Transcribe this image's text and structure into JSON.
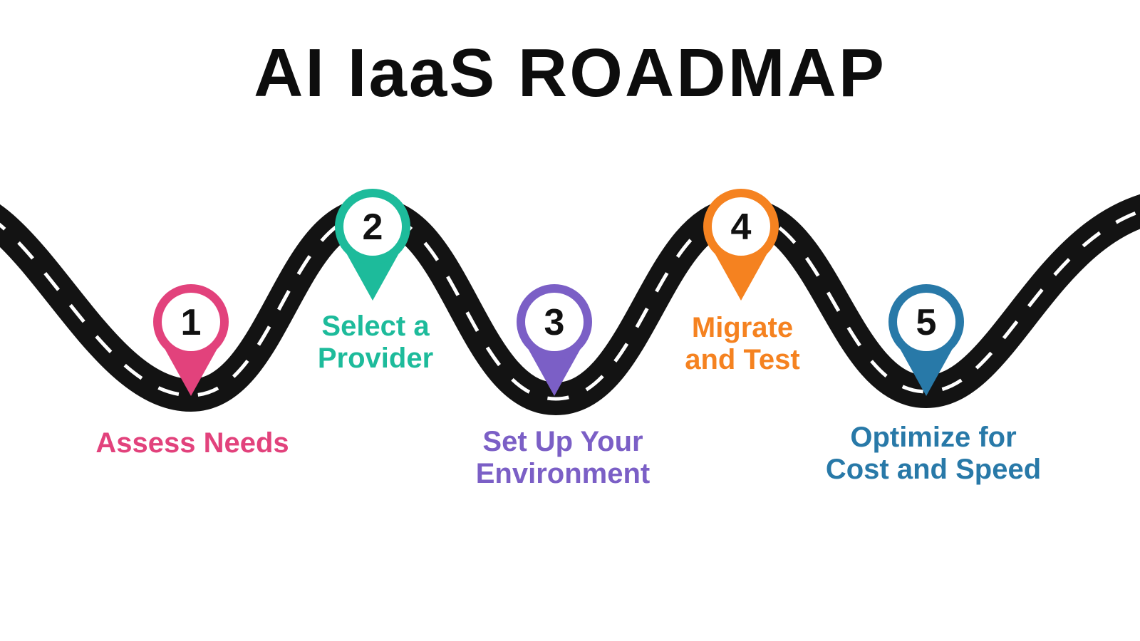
{
  "title": "AI IaaS ROADMAP",
  "road": {
    "asphalt_color": "#131313",
    "dash_color": "#ffffff"
  },
  "steps": [
    {
      "number": "1",
      "label": "Assess Needs",
      "color": "#e2427c"
    },
    {
      "number": "2",
      "label": "Select a\nProvider",
      "color": "#1dbb9b"
    },
    {
      "number": "3",
      "label": "Set Up Your\nEnvironment",
      "color": "#7b5fc6"
    },
    {
      "number": "4",
      "label": "Migrate\nand Test",
      "color": "#f58220"
    },
    {
      "number": "5",
      "label": "Optimize for\nCost and Speed",
      "color": "#2879a8"
    }
  ]
}
